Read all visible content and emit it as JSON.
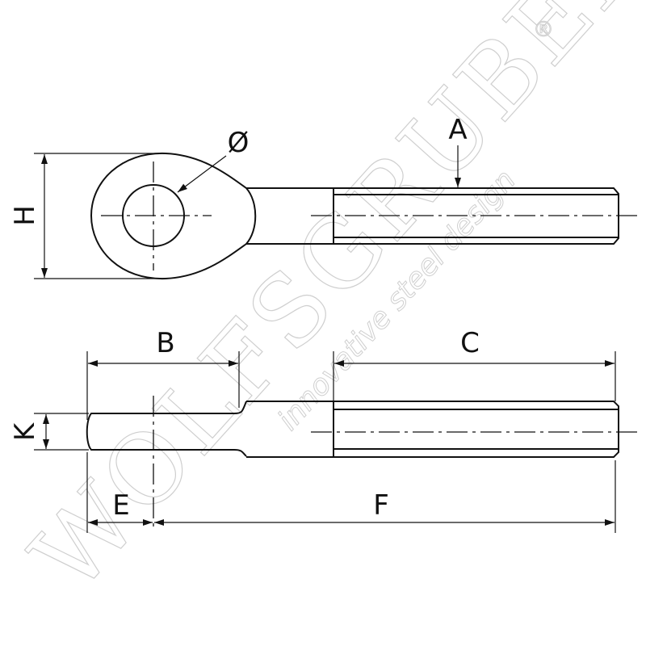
{
  "drawing": {
    "labels": {
      "H": "H",
      "diameter": "Ø",
      "A": "A",
      "B": "B",
      "C": "C",
      "K": "K",
      "E": "E",
      "F": "F"
    },
    "watermark": {
      "brand": "WOLFSGRUBER",
      "tagline": "innovative steel design",
      "registered": "®"
    }
  }
}
